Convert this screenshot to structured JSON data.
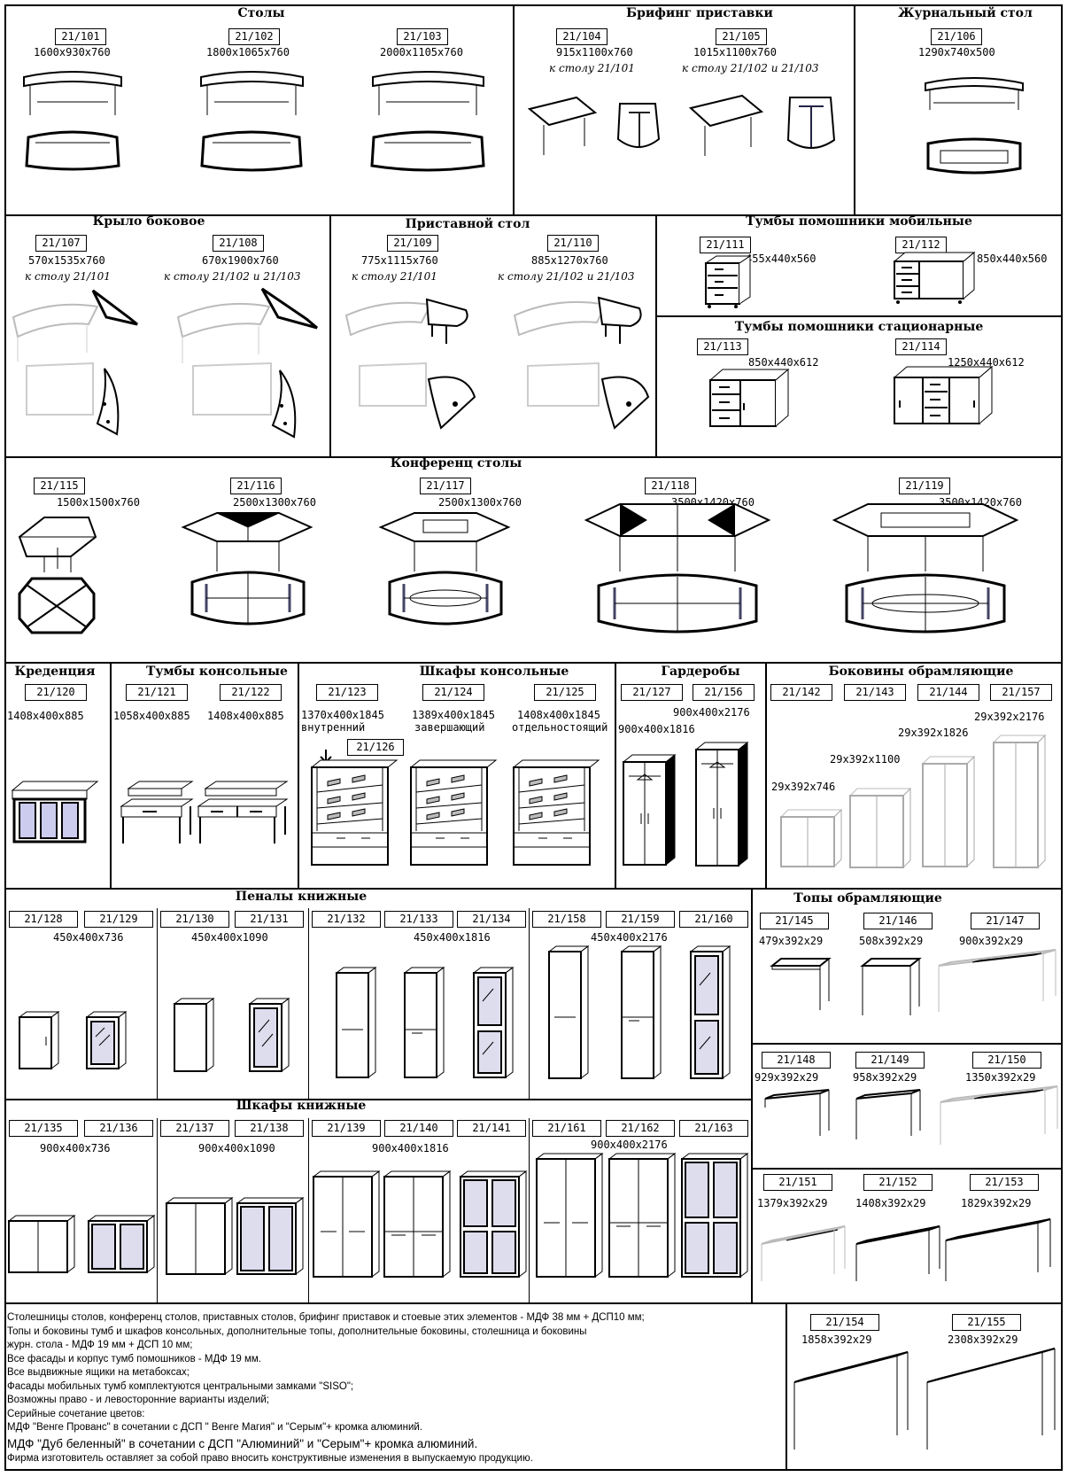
{
  "sections": {
    "stoly": "Столы",
    "brifing": "Брифинг приставки",
    "zhurnalny": "Журнальный стол",
    "krylo": "Крыло боковое",
    "pristavnoy": "Приставной стол",
    "tumby_mob": "Тумбы помошники мобильные",
    "tumby_stat": "Тумбы помошники стационарные",
    "konferents": "Конференц столы",
    "kredentsiya": "Креденция",
    "tumby_kons": "Тумбы консольные",
    "shkafy_kons": "Шкафы консольные",
    "garderoby": "Гардеробы",
    "bokoviny": "Боковины обрамляющие",
    "penaly": "Пеналы книжные",
    "tops": "Топы обрамляющие",
    "shkafy_knizh": "Шкафы книжные"
  },
  "items": {
    "c101": {
      "code": "21/101",
      "dims": "1600x930x760"
    },
    "c102": {
      "code": "21/102",
      "dims": "1800x1065x760"
    },
    "c103": {
      "code": "21/103",
      "dims": "2000x1105x760"
    },
    "c104": {
      "code": "21/104",
      "dims": "915x1100x760",
      "note": "к столу 21/101"
    },
    "c105": {
      "code": "21/105",
      "dims": "1015x1100x760",
      "note": "к столу 21/102 и 21/103"
    },
    "c106": {
      "code": "21/106",
      "dims": "1290x740x500"
    },
    "c107": {
      "code": "21/107",
      "dims": "570x1535x760",
      "note": "к столу 21/101"
    },
    "c108": {
      "code": "21/108",
      "dims": "670x1900x760",
      "note": "к столу 21/102 и 21/103"
    },
    "c109": {
      "code": "21/109",
      "dims": "775x1115x760",
      "note": "к столу 21/101"
    },
    "c110": {
      "code": "21/110",
      "dims": "885x1270x760",
      "note": "к столу 21/102 и 21/103"
    },
    "c111": {
      "code": "21/111",
      "dims": "455x440x560"
    },
    "c112": {
      "code": "21/112",
      "dims": "850x440x560"
    },
    "c113": {
      "code": "21/113",
      "dims": "850x440x612"
    },
    "c114": {
      "code": "21/114",
      "dims": "1250x440x612"
    },
    "c115": {
      "code": "21/115",
      "dims": "1500x1500x760"
    },
    "c116": {
      "code": "21/116",
      "dims": "2500x1300x760"
    },
    "c117": {
      "code": "21/117",
      "dims": "2500x1300x760"
    },
    "c118": {
      "code": "21/118",
      "dims": "3500x1420x760"
    },
    "c119": {
      "code": "21/119",
      "dims": "3500x1420x760"
    },
    "c120": {
      "code": "21/120",
      "dims": "1408x400x885"
    },
    "c121": {
      "code": "21/121",
      "dims": "1058x400x885"
    },
    "c122": {
      "code": "21/122",
      "dims": "1408x400x885"
    },
    "c123": {
      "code": "21/123",
      "dims": "1370x400x1845",
      "note": "внутренний"
    },
    "c124": {
      "code": "21/124",
      "dims": "1389x400x1845",
      "note": "завершающий"
    },
    "c125": {
      "code": "21/125",
      "dims": "1408x400x1845",
      "note": "отдельностоящий"
    },
    "c126": {
      "code": "21/126"
    },
    "c127": {
      "code": "21/127",
      "dims": "900x400x1816"
    },
    "c156": {
      "code": "21/156",
      "dims": "900x400x2176"
    },
    "c142": {
      "code": "21/142",
      "dims": "29x392x746"
    },
    "c143": {
      "code": "21/143",
      "dims": "29x392x1100"
    },
    "c144": {
      "code": "21/144",
      "dims": "29x392x1826"
    },
    "c157": {
      "code": "21/157",
      "dims": "29x392x2176"
    },
    "c128": {
      "code": "21/128"
    },
    "c129": {
      "code": "21/129"
    },
    "c130": {
      "code": "21/130"
    },
    "c131": {
      "code": "21/131"
    },
    "c132": {
      "code": "21/132"
    },
    "c133": {
      "code": "21/133"
    },
    "c134": {
      "code": "21/134"
    },
    "c158": {
      "code": "21/158"
    },
    "c159": {
      "code": "21/159"
    },
    "c160": {
      "code": "21/160"
    },
    "p_dims1": "450x400x736",
    "p_dims2": "450x400x1090",
    "p_dims3": "450x400x1816",
    "p_dims4": "450x400x2176",
    "c135": {
      "code": "21/135"
    },
    "c136": {
      "code": "21/136"
    },
    "c137": {
      "code": "21/137"
    },
    "c138": {
      "code": "21/138"
    },
    "c139": {
      "code": "21/139"
    },
    "c140": {
      "code": "21/140"
    },
    "c141": {
      "code": "21/141"
    },
    "c161": {
      "code": "21/161"
    },
    "c162": {
      "code": "21/162"
    },
    "c163": {
      "code": "21/163"
    },
    "s_dims1": "900x400x736",
    "s_dims2": "900x400x1090",
    "s_dims3": "900x400x1816",
    "s_dims4": "900x400x2176",
    "c145": {
      "code": "21/145",
      "dims": "479x392x29"
    },
    "c146": {
      "code": "21/146",
      "dims": "508x392x29"
    },
    "c147": {
      "code": "21/147",
      "dims": "900x392x29"
    },
    "c148": {
      "code": "21/148",
      "dims": "929x392x29"
    },
    "c149": {
      "code": "21/149",
      "dims": "958x392x29"
    },
    "c150": {
      "code": "21/150",
      "dims": "1350x392x29"
    },
    "c151": {
      "code": "21/151",
      "dims": "1379x392x29"
    },
    "c152": {
      "code": "21/152",
      "dims": "1408x392x29"
    },
    "c153": {
      "code": "21/153",
      "dims": "1829x392x29"
    },
    "c154": {
      "code": "21/154",
      "dims": "1858x392x29"
    },
    "c155": {
      "code": "21/155",
      "dims": "2308x392x29"
    }
  },
  "notes": [
    "Столешницы столов,  конференц столов, приставных столов, брифинг приставок и  стоевые этих элементов - МДФ 38 мм + ДСП10 мм;",
    "Топы и боковины тумб и шкафов консольных, дополнительные топы, дополнительные боковины, столешница и боковины",
    "журн. стола - МДФ 19 мм + ДСП 10 мм;",
    "Все фасады и корпус тумб помошников - МДФ 19 мм.",
    "Все выдвижные ящики на метабоксах;",
    "Фасады мобильных тумб комплектуются  центральными замками \"SISO\";",
    "Возможны право - и левосторонние варианты изделий;",
    "Серийные сочетание цветов:",
    "МДФ \"Венге Прованс\" в сочетании с ДСП \" Венге Магия\" и \"Серым\"+ кромка алюминий."
  ],
  "note_big": "МДФ \"Дуб беленный\" в сочетании с ДСП \"Алюминий\" и \"Серым\"+ кромка алюминий.",
  "note_last": "Фирма изготовитель оставляет за собой право вносить конструктивные изменения в выпускаемую продукцию."
}
